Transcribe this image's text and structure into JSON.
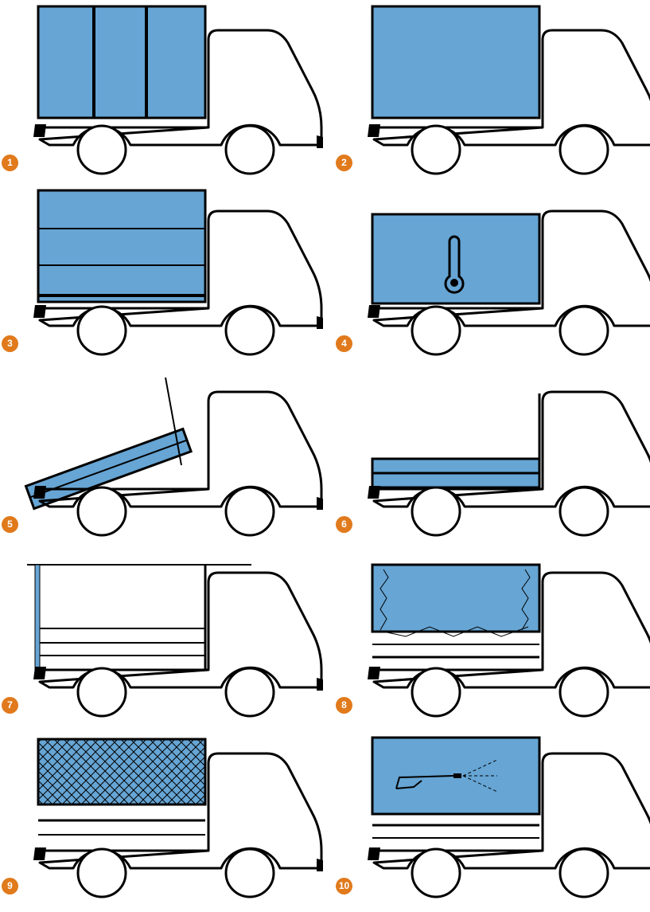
{
  "colors": {
    "body_fill": "#66a5d4",
    "outline": "#000000",
    "badge": "#e07a1c",
    "background": "#ffffff"
  },
  "variants": [
    {
      "number": "1",
      "body": "curtain-panels",
      "icon": ""
    },
    {
      "number": "2",
      "body": "box",
      "icon": ""
    },
    {
      "number": "3",
      "body": "slatted-box",
      "icon": ""
    },
    {
      "number": "4",
      "body": "refrigerated-box",
      "icon": "thermometer-icon"
    },
    {
      "number": "5",
      "body": "tipper",
      "icon": ""
    },
    {
      "number": "6",
      "body": "dropside",
      "icon": ""
    },
    {
      "number": "7",
      "body": "open-frame",
      "icon": ""
    },
    {
      "number": "8",
      "body": "tarpaulin",
      "icon": ""
    },
    {
      "number": "9",
      "body": "mesh-cage",
      "icon": ""
    },
    {
      "number": "10",
      "body": "washable-box",
      "icon": "pressure-washer-icon"
    }
  ]
}
